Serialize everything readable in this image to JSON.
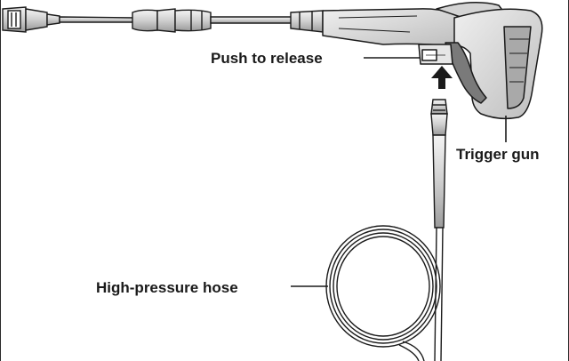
{
  "diagram": {
    "labels": {
      "push_to_release": "Push to release",
      "trigger_gun": "Trigger gun",
      "high_pressure_hose": "High-pressure hose"
    },
    "colors": {
      "line": "#1a1a1a",
      "shade_light": "#d4d4d4",
      "shade_mid": "#a9a9a9",
      "shade_dark": "#7a7a7a",
      "background": "#ffffff"
    },
    "icons": {
      "arrow": "up-arrow-icon"
    }
  }
}
